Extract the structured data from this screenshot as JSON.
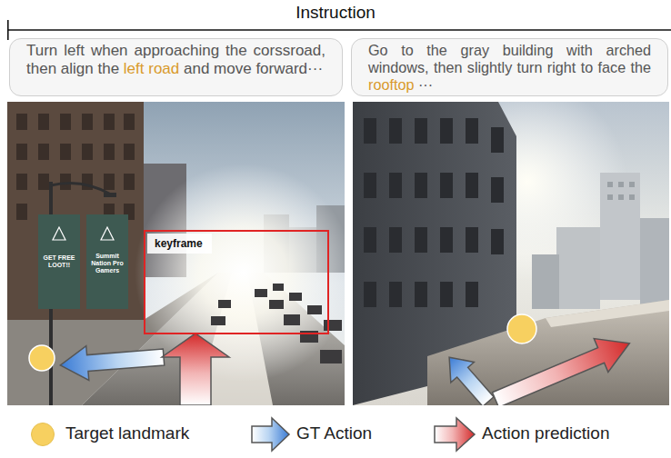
{
  "diagram": {
    "title": "Instruction",
    "nodes": [
      {
        "text": [
          "Turn left when approaching the corssroad, then align the",
          "left road",
          "and move forward···"
        ]
      },
      {
        "text": [
          "Go to the gray building with arched windows, then slightly turn right to face the",
          "rooftop",
          "···"
        ]
      },
      {
        "text": [
          "keyframe"
        ]
      }
    ],
    "labels": [
      "GET FREE LOOT!!",
      "Summit Nation Pro Gamers"
    ],
    "legend": [
      {
        "text": "Target landmark",
        "color": "#f7d060"
      },
      {
        "text": "GT Action"
      },
      {
        "text": "Action prediction"
      }
    ]
  }
}
